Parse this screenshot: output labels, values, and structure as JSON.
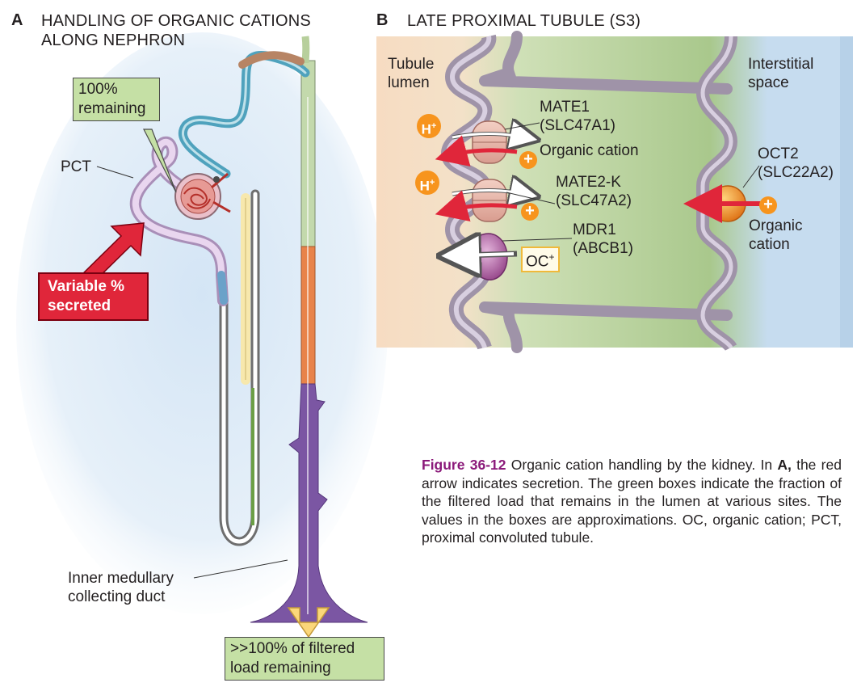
{
  "panel_a": {
    "letter": "A",
    "title_line1": "HANDLING OF ORGANIC CATIONS",
    "title_line2": "ALONG NEPHRON",
    "box_top": [
      "100%",
      "remaining"
    ],
    "pct_label": "PCT",
    "variable_box": [
      "Variable %",
      "secreted"
    ],
    "imcd_label": [
      "Inner medullary",
      "collecting duct"
    ],
    "box_bottom": [
      ">>100% of filtered",
      "load remaining"
    ]
  },
  "panel_b": {
    "letter": "B",
    "title": "LATE PROXIMAL TUBULE (S3)",
    "lumen_label": [
      "Tubule",
      "lumen"
    ],
    "interstitial_label": [
      "Interstitial",
      "space"
    ],
    "mate1": [
      "MATE1",
      "(SLC47A1)"
    ],
    "organic_cation": "Organic cation",
    "mate2k": [
      "MATE2-K",
      "(SLC47A2)"
    ],
    "mdr1": [
      "MDR1",
      "(ABCB1)"
    ],
    "oc_tag": "OC",
    "oc_sup": "+",
    "oct2": [
      "OCT2",
      "(SLC22A2)"
    ],
    "organic_cation_right": [
      "Organic",
      "cation"
    ],
    "h_ion": "H",
    "h_sup": "+",
    "plus_sign": "+"
  },
  "caption": {
    "figure_label": "Figure 36-12",
    "text_1": " Organic cation handling by the kidney. In ",
    "bold_a": "A,",
    "text_2": " the red arrow indicates secretion. The green boxes indicate the fraction of the filtered load that remains in the lumen at various sites. The values in the boxes are approximations. OC, organic cation; PCT, proximal convoluted tubule."
  },
  "colors": {
    "green_box": "#c5e0a5",
    "red_box": "#e0263a",
    "orange_ion": "#f7941d",
    "caption_label": "#8b1a7a",
    "membrane": "#9f93a8",
    "cytoplasm": "#bcd49c",
    "lumen_bg": "#f7dcc2",
    "interstitial_bg": "#c6dcef"
  }
}
